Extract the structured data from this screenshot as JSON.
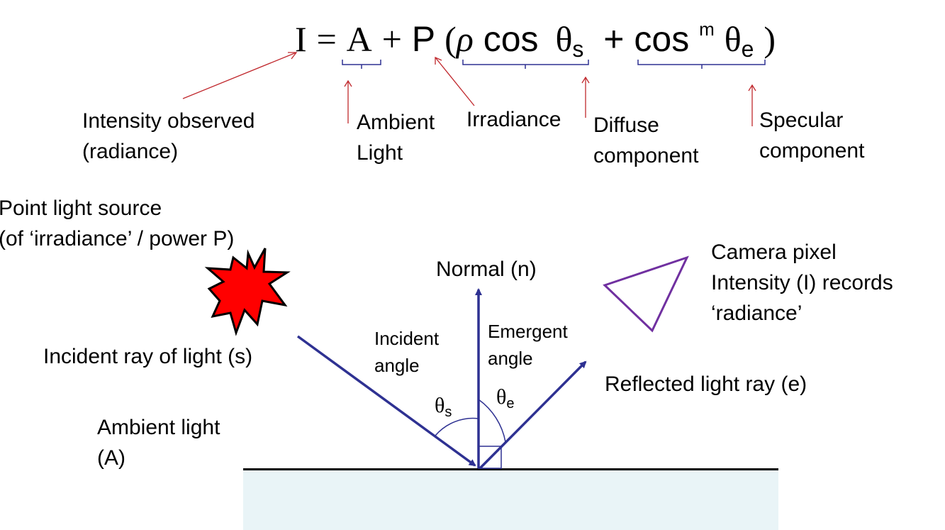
{
  "formula": {
    "I": "I",
    "eq": "=",
    "A": "A",
    "plus1": "+",
    "P": "P",
    "lparen": "(",
    "rho": "ρ",
    "cos1": "cos",
    "theta1": "θ",
    "sub_s": "s",
    "plus2": "+",
    "cos2": "cos",
    "sup_m": "m",
    "theta2": "θ",
    "sub_e": "e",
    "rparen": ")"
  },
  "annotations": {
    "intensity": [
      "Intensity observed",
      "(radiance)"
    ],
    "ambient": [
      "Ambient",
      "Light"
    ],
    "irradiance": "Irradiance",
    "diffuse": [
      "Diffuse",
      "component"
    ],
    "specular": [
      "Specular",
      "component"
    ]
  },
  "diagram": {
    "point_light": [
      "Point light source",
      "(of ‘irradiance’ / power  P)"
    ],
    "normal": "Normal (n)",
    "camera": [
      "Camera pixel",
      "Intensity (I) records",
      "‘radiance’"
    ],
    "incident_ray": "Incident ray of light (s)",
    "incident_angle": [
      "Incident",
      "angle"
    ],
    "emergent_angle": [
      "Emergent",
      "angle"
    ],
    "reflected_ray": "Reflected light ray (e)",
    "ambient": [
      "Ambient light",
      "(A)"
    ],
    "theta_s": {
      "symbol": "θ",
      "sub": "s"
    },
    "theta_e": {
      "symbol": "θ",
      "sub": "e"
    }
  },
  "colors": {
    "ray": "#2e3192",
    "annotation_arrow": "#c0282d",
    "brace": "#2e3192",
    "star_fill": "#ff0000",
    "camera": "#7030a0",
    "surface": "#e9f4f7"
  }
}
